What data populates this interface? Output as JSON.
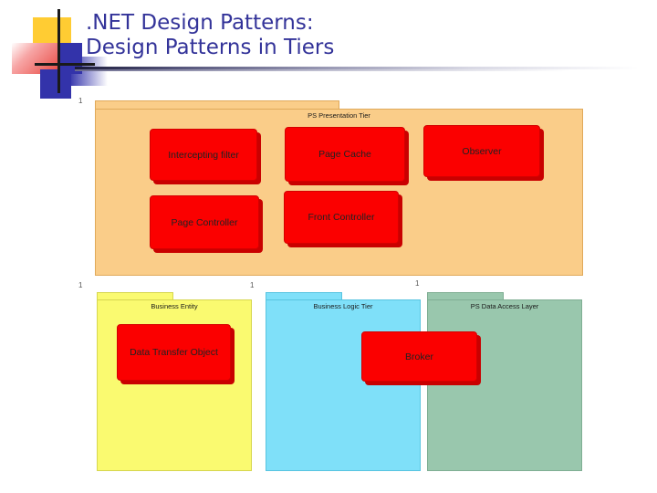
{
  "slide": {
    "title": ".NET Design Patterns:\nDesign Patterns in Tiers",
    "title_color": "#333399"
  },
  "logo": {
    "name": "decorative-corner-logo",
    "colors": {
      "yellow": "#FFCC33",
      "red": "#E8463F",
      "blue": "#3333AA",
      "cross": "#1A1A1A"
    }
  },
  "diagram": {
    "type": "uml-package-diagram",
    "multiplicity_markers": [
      "1",
      "1",
      "1",
      "1"
    ],
    "tiers": [
      {
        "id": "presentation",
        "label": "PS Presentation Tier",
        "color": "#FACD89",
        "border": "#E0A95A",
        "patterns": [
          {
            "label": "Intercepting filter"
          },
          {
            "label": "Page Cache"
          },
          {
            "label": "Observer"
          },
          {
            "label": "Page Controller"
          },
          {
            "label": "Front Controller"
          }
        ]
      },
      {
        "id": "business-entity",
        "label": "Business Entity",
        "color": "#FAFA70",
        "border": "#D6D64F",
        "patterns": [
          {
            "label": "Data Transfer Object"
          }
        ]
      },
      {
        "id": "business-logic",
        "label": "Business Logic Tier",
        "color": "#7FE0F9",
        "border": "#58C4E0",
        "patterns": []
      },
      {
        "id": "data-access",
        "label": "PS Data Access Layer",
        "color": "#99C7AD",
        "border": "#7FAE93",
        "patterns": []
      }
    ],
    "spanning_patterns": [
      {
        "label": "Broker"
      }
    ],
    "pattern_color": "#FB0000",
    "pattern_shadow": "#C90000"
  }
}
